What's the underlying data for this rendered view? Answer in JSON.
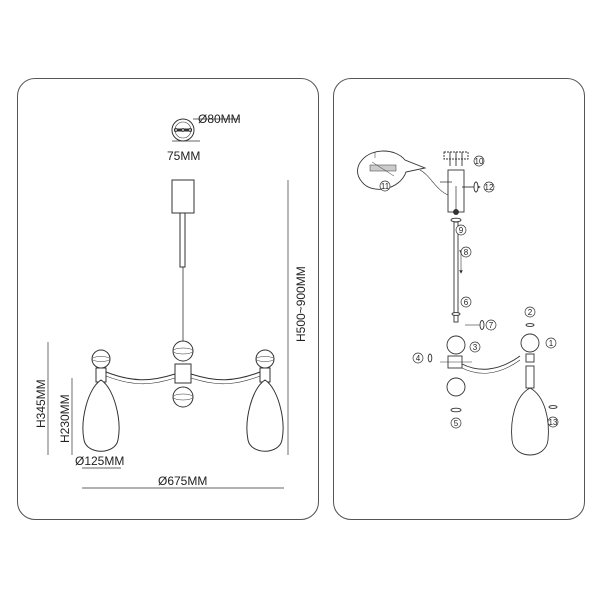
{
  "dimensions": {
    "canopy_diameter": "Ø80MM",
    "canopy_hole_spacing": "75MM",
    "overall_height": "H500~900MM",
    "arm_height": "H345MM",
    "shade_height": "H230MM",
    "shade_diameter": "Ø125MM",
    "overall_diameter": "Ø675MM"
  },
  "parts": [
    "1",
    "2",
    "3",
    "4",
    "5",
    "6",
    "7",
    "8",
    "9",
    "10",
    "11",
    "12",
    "13"
  ]
}
